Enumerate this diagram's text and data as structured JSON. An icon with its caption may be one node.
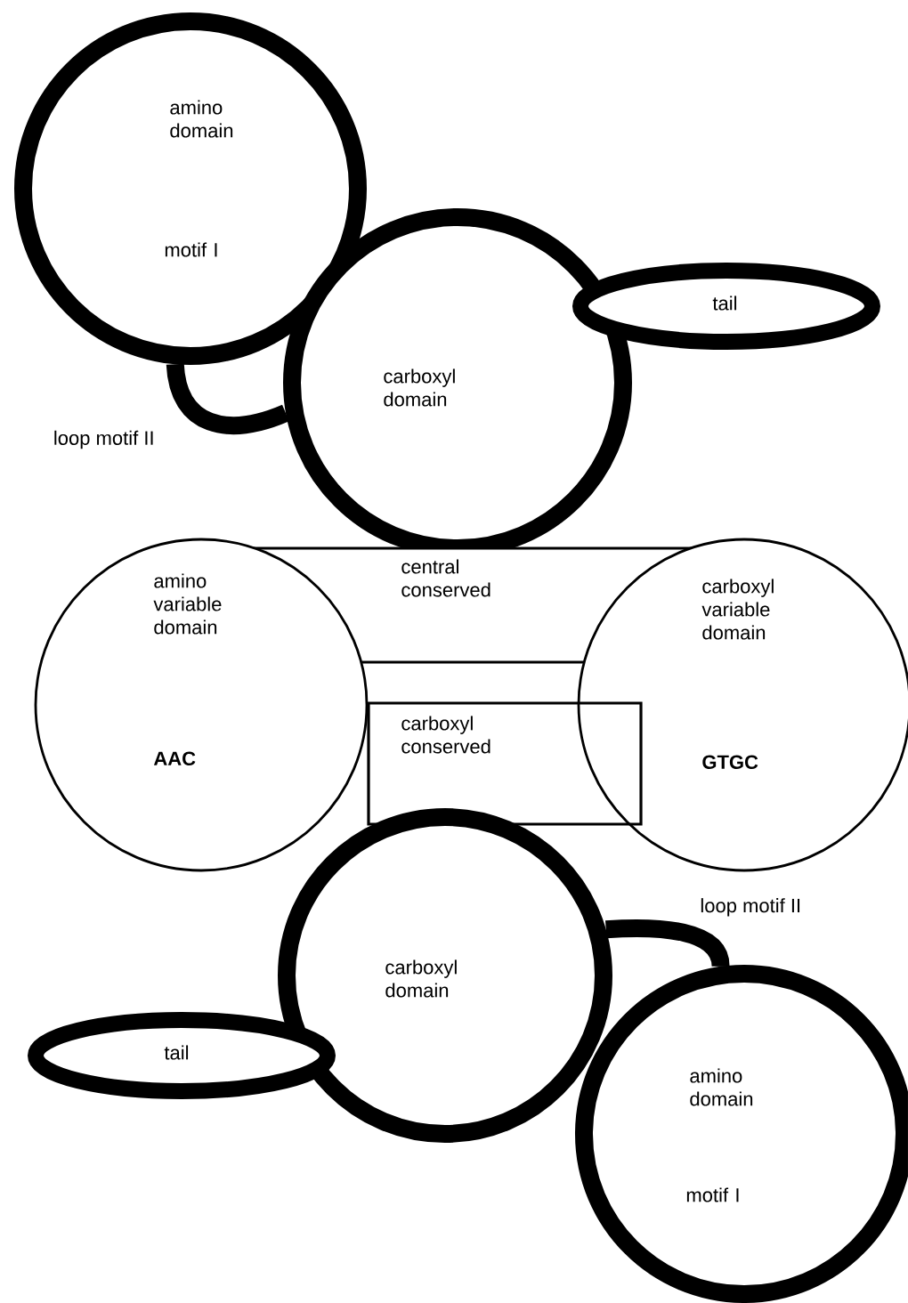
{
  "diagram": {
    "nodes": [
      {
        "text": [
          "amino domain",
          "motif I"
        ]
      },
      {
        "text": [
          "carboxyl domain"
        ]
      },
      {
        "text": [
          "tail"
        ]
      },
      {
        "text": [
          "central conserved"
        ]
      },
      {
        "text": [
          "amino variable domain",
          "AAC"
        ]
      },
      {
        "text": [
          "carboxyl variable domain",
          "GTGC"
        ]
      },
      {
        "text": [
          "carboxyl conserved"
        ]
      },
      {
        "text": [
          "carboxyl domain"
        ]
      },
      {
        "text": [
          "tail"
        ]
      },
      {
        "text": [
          "amino domain",
          "motif I"
        ]
      }
    ],
    "edges": [
      {
        "from": 0,
        "to": 1,
        "arrow": "none",
        "label": "loop motif II"
      },
      {
        "from": 7,
        "to": 9,
        "arrow": "none",
        "label": "loop motif II"
      }
    ]
  }
}
